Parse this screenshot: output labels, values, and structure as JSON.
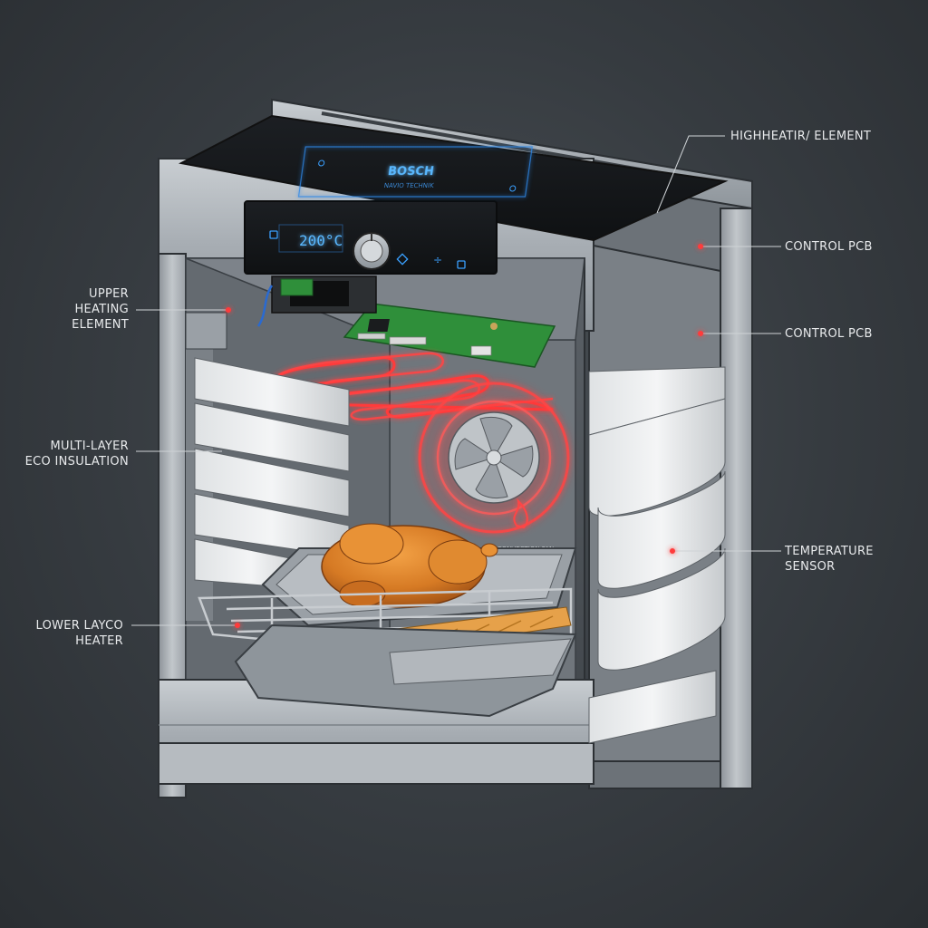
{
  "oven": {
    "brand": "BOSCH",
    "brand_sub": "NAVIO TECHNIK",
    "display_temperature": "200°C",
    "fan_caption": "CONVECTION FAN"
  },
  "labels": {
    "high_heat_element": "HIGHHEATIR/ ELEMENT",
    "control_pcb_1": "CONTROL PCB",
    "control_pcb_2": "CONTROL PCB",
    "upper_heating_line1": "UPPER",
    "upper_heating_line2": "HEATING",
    "upper_heating_line3": "ELEMENT",
    "insulation_line1": "MULTI-LAYER",
    "insulation_line2": "ECO INSULATION",
    "temperature_line1": "TEMPERATURE",
    "temperature_line2": "SENSOR",
    "lower_heater_line1": "LOWER LAYCO",
    "lower_heater_line2": "HEATER"
  },
  "colors": {
    "heating_glow": "#ff3b3b",
    "display_blue": "#3aa0ff",
    "pcb_green": "#2f8f3a",
    "steel": "#b9bec3",
    "chicken": "#d9822b"
  }
}
